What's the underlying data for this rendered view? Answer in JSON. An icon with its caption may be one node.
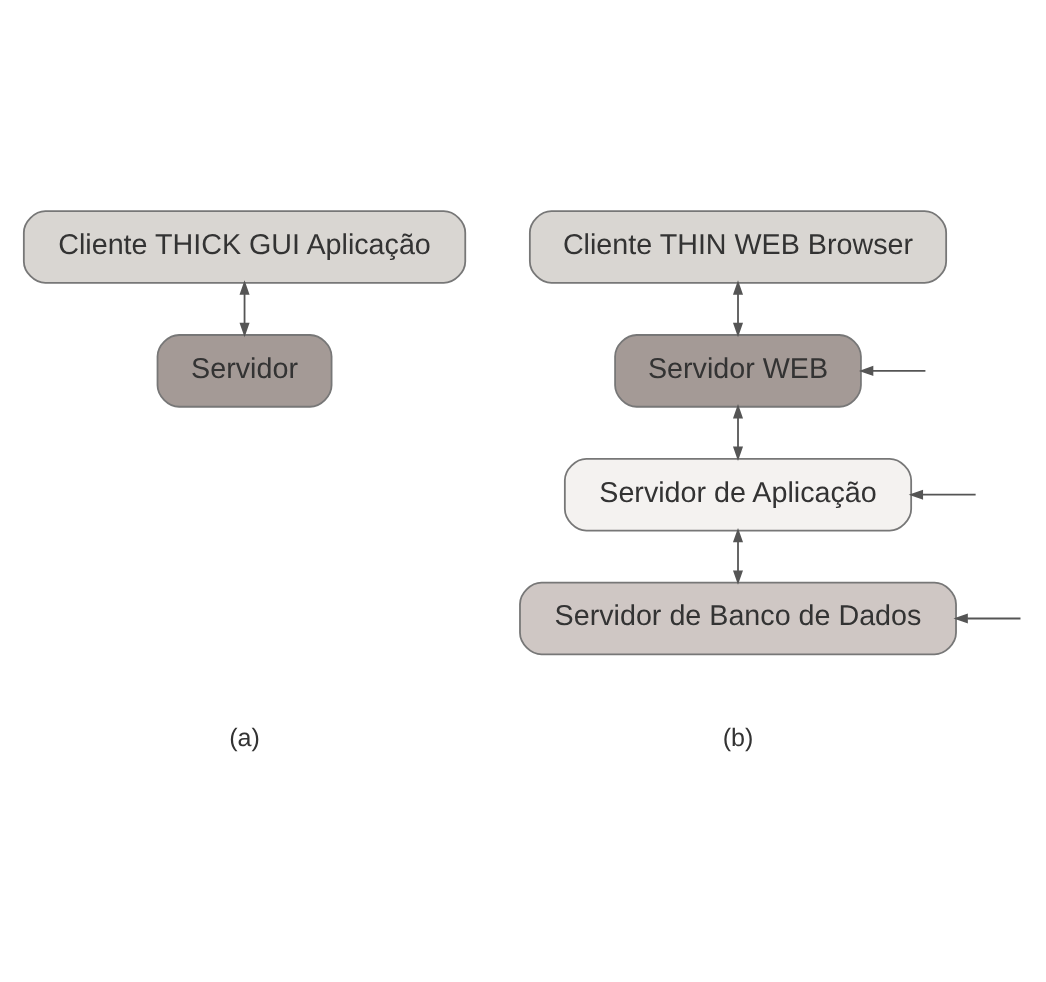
{
  "diagram": {
    "nodes": [
      {
        "text": [
          "Cliente THICK GUI Aplicação"
        ]
      },
      {
        "text": [
          "Servidor"
        ]
      },
      {
        "text": [
          "Cliente THIN WEB Browser"
        ]
      },
      {
        "text": [
          "Servidor WEB"
        ]
      },
      {
        "text": [
          "Servidor de Aplicação"
        ]
      },
      {
        "text": [
          "Servidor de Banco de Dados"
        ]
      }
    ],
    "edges": [
      {
        "from": 0,
        "to": 1,
        "arrow": "both"
      },
      {
        "from": 2,
        "to": 3,
        "arrow": "both"
      },
      {
        "from": 3,
        "to": 4,
        "arrow": "both"
      },
      {
        "from": 4,
        "to": 5,
        "arrow": "both"
      },
      {
        "from": null,
        "to": 3,
        "arrow": "to"
      },
      {
        "from": null,
        "to": 4,
        "arrow": "to"
      },
      {
        "from": null,
        "to": 5,
        "arrow": "to"
      }
    ],
    "labels": [
      "(a)",
      "(b)"
    ]
  }
}
